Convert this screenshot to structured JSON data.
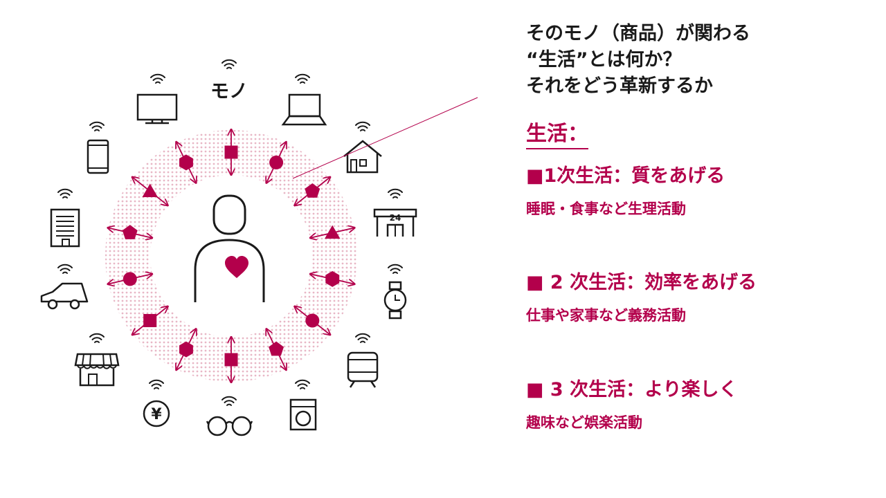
{
  "diagram": {
    "center_label": "モノ",
    "person_heart": "heart-icon",
    "device_icons": [
      "tv-icon",
      "laptop-icon",
      "house-icon",
      "convenience-store-24-icon",
      "wristwatch-icon",
      "train-icon",
      "washing-machine-icon",
      "glasses-icon",
      "yen-coin-icon",
      "shop-icon",
      "car-icon",
      "office-building-icon",
      "smartphone-icon"
    ],
    "coin_text": "¥",
    "store_number": "24",
    "colors": {
      "accent": "#b3004b",
      "dots": "#e8b7c6",
      "icon": "#1a1a1a"
    }
  },
  "text": {
    "question_lines": [
      "そのモノ（商品）が関わる",
      "“生活”とは何か？",
      "それをどう革新するか"
    ],
    "section_title": "生活：",
    "levels": [
      {
        "title": "■1次生活：質をあげる",
        "desc": "睡眠・食事など生理活動"
      },
      {
        "title": "■ 2 次生活：効率をあげる",
        "desc": "仕事や家事など義務活動"
      },
      {
        "title": "■ 3 次生活：より楽しく",
        "desc": "趣味など娯楽活動"
      }
    ]
  }
}
